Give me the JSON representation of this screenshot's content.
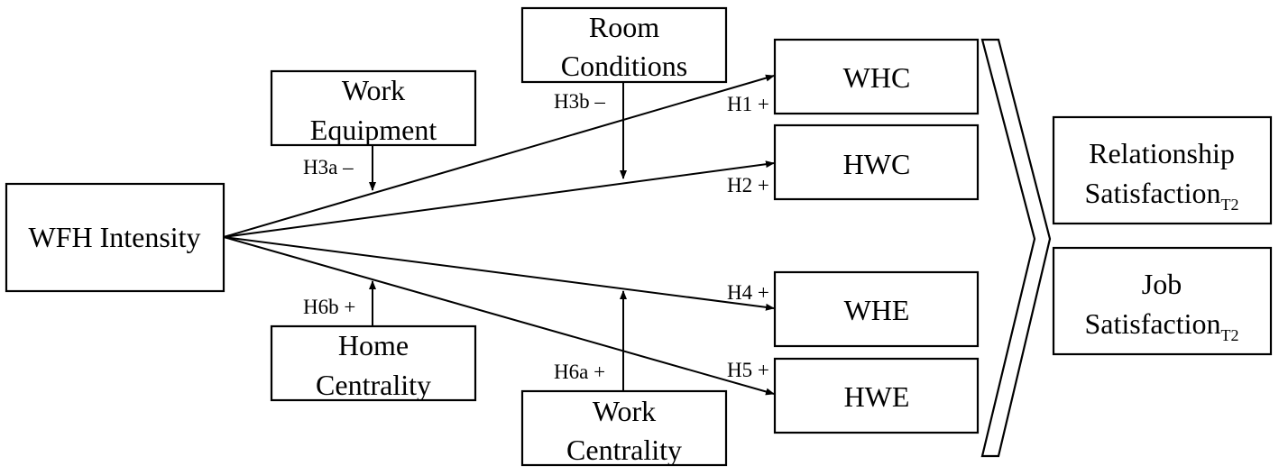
{
  "nodes": {
    "wfh_intensity": {
      "label": "WFH Intensity"
    },
    "work_equipment": {
      "line1": "Work",
      "line2": "Equipment"
    },
    "room_conditions": {
      "line1": "Room",
      "line2": "Conditions"
    },
    "home_centrality": {
      "line1": "Home",
      "line2": "Centrality"
    },
    "work_centrality": {
      "line1": "Work",
      "line2": "Centrality"
    },
    "whc": {
      "label": "WHC"
    },
    "hwc": {
      "label": "HWC"
    },
    "whe": {
      "label": "WHE"
    },
    "hwe": {
      "label": "HWE"
    },
    "relationship_satisfaction": {
      "line1": "Relationship",
      "line2": "Satisfaction",
      "subscript": "T2"
    },
    "job_satisfaction": {
      "line1": "Job",
      "line2": "Satisfaction",
      "subscript": "T2"
    }
  },
  "hypotheses": {
    "h1": "H1 +",
    "h2": "H2 +",
    "h3a": "H3a –",
    "h3b": "H3b –",
    "h4": "H4 +",
    "h5": "H5 +",
    "h6a": "H6a +",
    "h6b": "H6b +"
  },
  "edges": [
    {
      "from": "wfh_intensity",
      "to": "whc",
      "label": "h1"
    },
    {
      "from": "wfh_intensity",
      "to": "hwc",
      "label": "h2"
    },
    {
      "from": "wfh_intensity",
      "to": "whe",
      "label": "h4"
    },
    {
      "from": "wfh_intensity",
      "to": "hwe",
      "label": "h5"
    },
    {
      "from": "work_equipment",
      "to": "wfh_intensity->whc",
      "label": "h3a"
    },
    {
      "from": "room_conditions",
      "to": "wfh_intensity->hwc",
      "label": "h3b"
    },
    {
      "from": "home_centrality",
      "to": "wfh_intensity->hwe",
      "label": "h6b"
    },
    {
      "from": "work_centrality",
      "to": "wfh_intensity->whe",
      "label": "h6a"
    },
    {
      "from": "whc,hwc,whe,hwe",
      "to": "relationship_satisfaction,job_satisfaction"
    }
  ],
  "colors": {
    "line": "#000000",
    "background": "#ffffff"
  }
}
